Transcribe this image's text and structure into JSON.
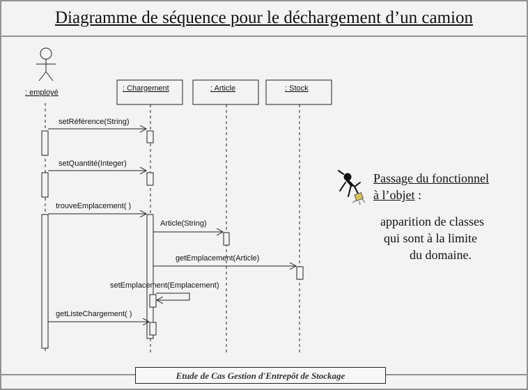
{
  "title": "Diagramme de séquence pour le déchargement d’un camion",
  "actor": {
    "label": ": employé"
  },
  "objects": [
    {
      "label": ": Chargement"
    },
    {
      "label": ": Article"
    },
    {
      "label": ": Stock"
    }
  ],
  "messages": [
    {
      "label": "setRéférence(String)"
    },
    {
      "label": "setQuantité(Integer)"
    },
    {
      "label": "trouveEmplacement( )"
    },
    {
      "label": "Article(String)"
    },
    {
      "label": "getEmplacement(Article)"
    },
    {
      "label": "setEmplacement(Emplacement)"
    },
    {
      "label": "getListeChargement( )"
    }
  ],
  "note": {
    "line1": "Passage du fonctionnel",
    "line2a": "à l’objet",
    "line2b": " :",
    "body1": "apparition de classes",
    "body2": "qui sont à la limite",
    "body3": "du domaine."
  },
  "footer": "Etude de Cas Gestion d'Entrepôt de Stockage"
}
